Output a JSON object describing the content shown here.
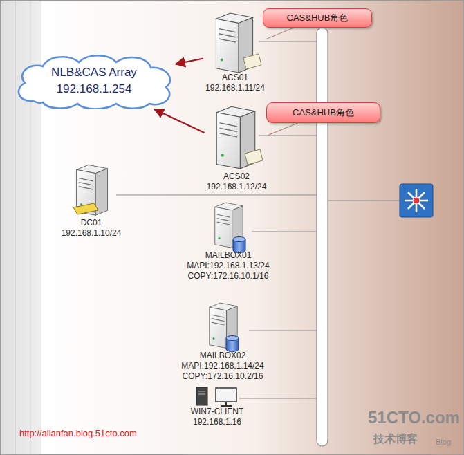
{
  "diagram": {
    "nodes": [
      {
        "text": [
          "CAS&HUB角色"
        ]
      },
      {
        "text": [
          "ACS01",
          "192.168.1.11/24"
        ]
      },
      {
        "text": [
          "NLB&CAS Array",
          "192.168.1.254"
        ]
      },
      {
        "text": [
          "CAS&HUB角色"
        ]
      },
      {
        "text": [
          "ACS02",
          "192.168.1.12/24"
        ]
      },
      {
        "text": [
          "DC01",
          "192.168.1.10/24"
        ]
      },
      {
        "text": [
          "MAILBOX01",
          "MAPI:192.168.1.13/24",
          "COPY:172.16.10.1/16"
        ]
      },
      {
        "text": [
          "MAILBOX02",
          "MAPI:192.168.1.14/24",
          "COPY:172.16.10.2/16"
        ]
      },
      {
        "text": [
          "WIN7-CLIENT",
          "192.168.1.16"
        ]
      }
    ],
    "edges": [
      {
        "from": 1,
        "to": 2,
        "arrow": "to"
      },
      {
        "from": 4,
        "to": 2,
        "arrow": "to"
      },
      {
        "from": 0,
        "to": 1,
        "arrow": "none"
      },
      {
        "from": 3,
        "to": 4,
        "arrow": "none"
      }
    ],
    "labels": [
      "http://allanfan.blog.51cto.com",
      "51CTO.com",
      "技术博客",
      "Blog"
    ]
  }
}
